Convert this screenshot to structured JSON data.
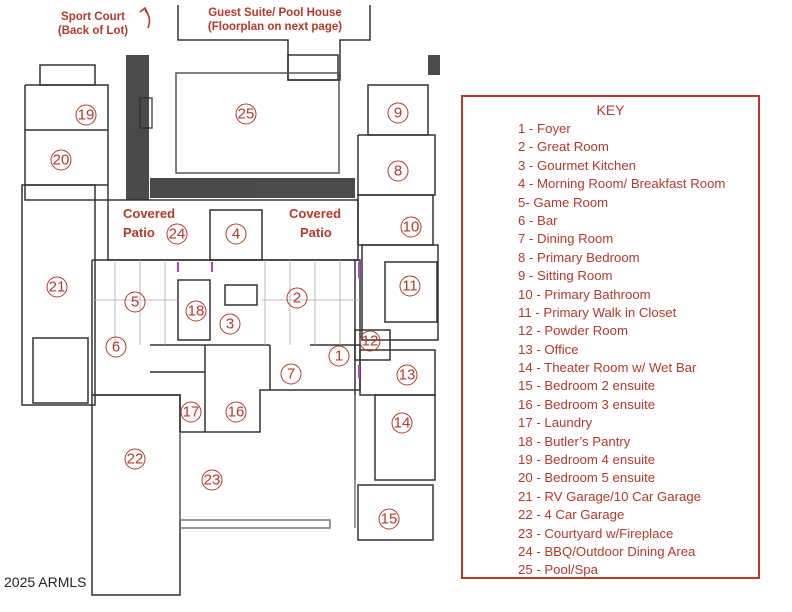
{
  "notes": {
    "sport_court_line1": "Sport Court",
    "sport_court_line2": "(Back of Lot)",
    "guest_suite_line1": "Guest Suite/ Pool House",
    "guest_suite_line2": "(Floorplan on next page)"
  },
  "patio_labels": {
    "left_line1": "Covered",
    "left_line2": "Patio",
    "right_line1": "Covered",
    "right_line2": "Patio"
  },
  "room_numbers": [
    "1",
    "2",
    "3",
    "4",
    "5",
    "6",
    "7",
    "8",
    "9",
    "10",
    "11",
    "12",
    "13",
    "14",
    "15",
    "16",
    "17",
    "18",
    "19",
    "20",
    "21",
    "22",
    "23",
    "24",
    "25"
  ],
  "key": {
    "title": "KEY",
    "items": [
      "1 - Foyer",
      "2 - Great Room",
      "3 - Gourmet Kitchen",
      "4 - Morning Room/ Breakfast Room",
      "5- Game Room",
      "6 - Bar",
      "7 - Dining Room",
      "8 - Primary Bedroom",
      "9 - Sitting Room",
      "10 - Primary Bathroom",
      "11 - Primary Walk in Closet",
      "12 - Powder Room",
      "13 - Office",
      "14 - Theater Room w/ Wet Bar",
      "15 - Bedroom 2 ensuite",
      "16 - Bedroom 3 ensuite",
      "17 - Laundry",
      "18 - Butler’s Pantry",
      "19 - Bedroom 4 ensuite",
      "20 - Bedroom 5 ensuite",
      "21 - RV Garage/10 Car Garage",
      "22 - 4 Car Garage",
      "23 - Courtyard w/Fireplace",
      "24 - BBQ/Outdoor Dining Area",
      "25 - Pool/Spa"
    ]
  },
  "copyright": "2025 ARMLS",
  "colors": {
    "accent": "#b5392a",
    "wall": "#333333"
  }
}
